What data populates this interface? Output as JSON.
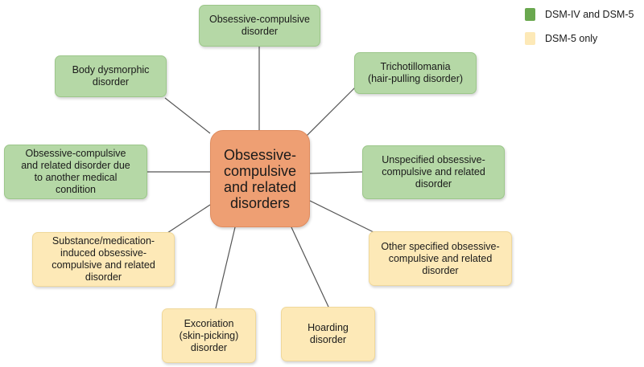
{
  "diagram": {
    "center": {
      "label": "Obsessive-\ncompulsive\nand related\ndisorders",
      "color": "#ee9f73"
    },
    "nodes": [
      {
        "label": "Obsessive-compulsive\ndisorder",
        "category": "DSM-IV and DSM-5"
      },
      {
        "label": "Trichotillomania\n(hair-pulling disorder)",
        "category": "DSM-IV and DSM-5"
      },
      {
        "label": "Unspecified obsessive-\ncompulsive and related\ndisorder",
        "category": "DSM-IV and DSM-5"
      },
      {
        "label": "Other specified obsessive-\ncompulsive and related\ndisorder",
        "category": "DSM-5 only"
      },
      {
        "label": "Hoarding\ndisorder",
        "category": "DSM-5 only"
      },
      {
        "label": "Excoriation\n(skin-picking)\ndisorder",
        "category": "DSM-5 only"
      },
      {
        "label": "Substance/medication-\ninduced obsessive-\ncompulsive and related\ndisorder",
        "category": "DSM-5 only"
      },
      {
        "label": "Obsessive-compulsive\nand related disorder due\nto another medical\ncondition",
        "category": "DSM-IV and DSM-5"
      },
      {
        "label": "Body dysmorphic\ndisorder",
        "category": "DSM-IV and DSM-5"
      }
    ]
  },
  "legend": [
    {
      "label": "DSM-IV and DSM-5",
      "color": "#6aa84f"
    },
    {
      "label": "DSM-5 only",
      "color": "#fde9b7"
    }
  ]
}
